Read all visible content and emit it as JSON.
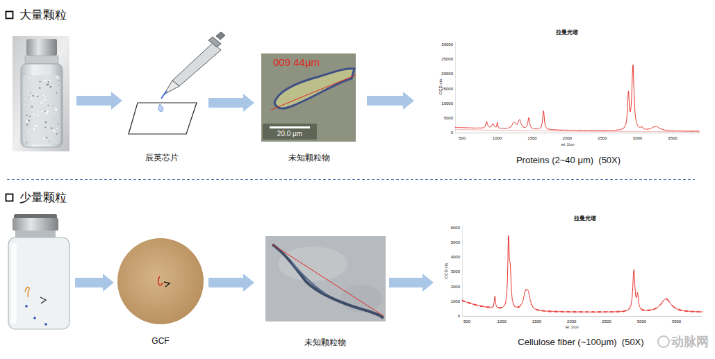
{
  "diagram": {
    "nodes": [
      {
        "text": [
          "辰英芯片"
        ]
      },
      {
        "text": [
          "009 44μm",
          "20.0 μm",
          "未知颗粒物"
        ]
      },
      {
        "text": [
          "拉曼光谱",
          "Proteins (2~40 μm)  (50X)"
        ]
      },
      {
        "text": [
          "GCF"
        ]
      },
      {
        "text": [
          "未知颗粒物"
        ]
      },
      {
        "text": [
          "拉曼光谱",
          "Cellulose fiber (~100μm)  (50X)"
        ]
      }
    ],
    "edges": [
      {
        "from": 0,
        "to": 1,
        "arrow": "to"
      },
      {
        "from": 1,
        "to": 2,
        "arrow": "to"
      },
      {
        "from": 3,
        "to": 4,
        "arrow": "to"
      },
      {
        "from": 4,
        "to": 5,
        "arrow": "to"
      }
    ],
    "labels": [
      "大量颗粒",
      "少量颗粒",
      "CCD cts",
      "0",
      "5000",
      "10000",
      "15000",
      "20000",
      "25000",
      "30000",
      "500",
      "1000",
      "1500",
      "2000",
      "2500",
      "3000",
      "3500",
      "rel. 1/cm",
      "CCD cts",
      "0",
      "1000",
      "2000",
      "3000",
      "4000",
      "5000",
      "6000",
      "500",
      "1000",
      "1500",
      "2000",
      "2500",
      "3000",
      "3500",
      "rel. 1/cm",
      "动脉网"
    ]
  }
}
